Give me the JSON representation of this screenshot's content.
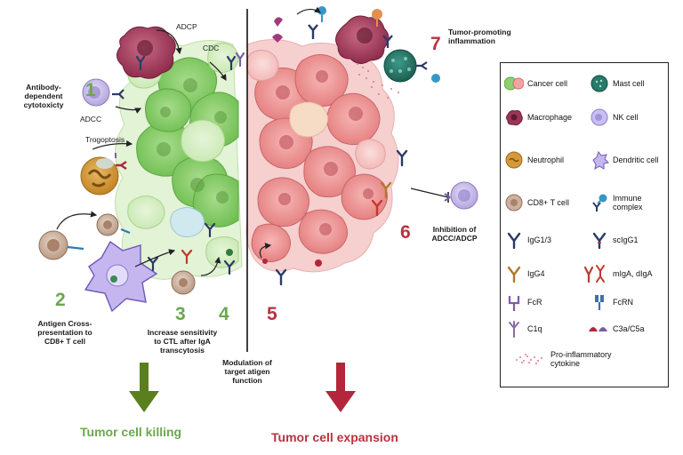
{
  "mechanisms": {
    "m1": {
      "number": "1",
      "label_lines": [
        "Antibody-",
        "dependent",
        "cytotoxicty"
      ]
    },
    "m2": {
      "number": "2",
      "label_lines": [
        "Antigen Cross-",
        "presentation to",
        "CD8+ T cell"
      ]
    },
    "m3": {
      "number": "3",
      "label_lines": [
        "Increase sensitivity",
        "to CTL after IgA",
        "transcytosis"
      ]
    },
    "m4": {
      "number": "4"
    },
    "m5": {
      "number": "5"
    },
    "m4_5_label_lines": [
      "Modulation of",
      "target atigen",
      "function"
    ],
    "m6": {
      "number": "6",
      "label_lines": [
        "Inhibition of",
        "ADCC/ADCP"
      ]
    },
    "m7": {
      "number": "7",
      "label_lines": [
        "Tumor-promoting",
        "inflammation"
      ]
    }
  },
  "annotations": {
    "adcp": "ADCP",
    "cdc": "CDC",
    "adcc": "ADCC",
    "trogoptosis": "Trogoptosis"
  },
  "outcomes": {
    "killing": "Tumor cell killing",
    "expansion": "Tumor cell expansion"
  },
  "colors": {
    "killing_green": "#6aa84f",
    "arrow_green": "#5b7f1e",
    "expansion_red": "#b8323f",
    "arrow_red": "#b3263b"
  },
  "legend": {
    "items": [
      {
        "icon": "cancer-cell-icon",
        "label": "Cancer cell"
      },
      {
        "icon": "mast-cell-icon",
        "label": "Mast cell"
      },
      {
        "icon": "macrophage-icon",
        "label": "Macrophage"
      },
      {
        "icon": "nk-cell-icon",
        "label": "NK cell"
      },
      {
        "icon": "neutrophil-icon",
        "label": "Neutrophil"
      },
      {
        "icon": "dendritic-cell-icon",
        "label": "Dendritic cell"
      },
      {
        "icon": "cd8-t-cell-icon",
        "label": "CD8+ T cell"
      },
      {
        "icon": "immune-complex-icon",
        "label": "Immune complex"
      },
      {
        "icon": "igg13-icon",
        "label": "IgG1/3"
      },
      {
        "icon": "scigg1-icon",
        "label": "scIgG1"
      },
      {
        "icon": "igg4-icon",
        "label": "IgG4"
      },
      {
        "icon": "miga-diga-icon",
        "label": "mIgA, dIgA"
      },
      {
        "icon": "fcr-icon",
        "label": "FcR"
      },
      {
        "icon": "fcrn-icon",
        "label": "FcRN"
      },
      {
        "icon": "c1q-icon",
        "label": "C1q"
      },
      {
        "icon": "c3a-c5a-icon",
        "label": "C3a/C5a"
      },
      {
        "icon": "cytokine-icon",
        "label_lines": [
          "Pro-inflammatory",
          "cytokine"
        ]
      }
    ]
  }
}
